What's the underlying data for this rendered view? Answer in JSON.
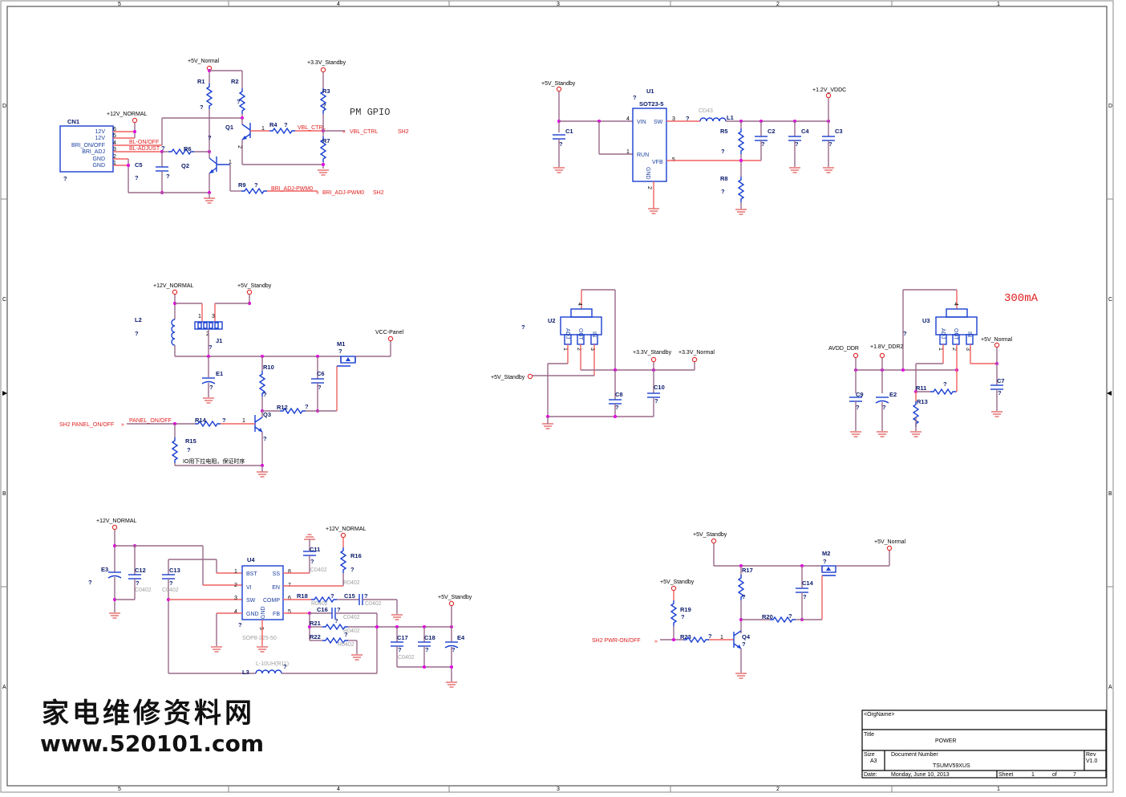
{
  "frame": {
    "columns": [
      "5",
      "4",
      "3",
      "2",
      "1"
    ],
    "rows": [
      "D",
      "C",
      "B",
      "A"
    ]
  },
  "annotations": {
    "pm_gpio": "PM GPIO",
    "current_note": "300mA",
    "pulldown_note": "IO用下拉电阻，保证时序"
  },
  "nets": {
    "p12v_normal": "+12V_NORMAL",
    "p5v_normal": "+5V_Normal",
    "p33v_standby": "+3.3V_Standby",
    "p33v_normal": "+3.3V_Normal",
    "p5v_standby": "+5V_Standby",
    "p12v_vddc": "+1.2V_VDDC",
    "vcc_panel": "VCC-Panel",
    "avdd_ddr": "AVDD_DDR",
    "p18v_ddr2": "+1.8V_DDR2",
    "bl_onoff": "BL-ON/OFF",
    "bl_adjust": "BL-ADJUST",
    "vbl_ctrl": "VBL_CTRL",
    "bri_adj_pwm0": "BRI_ADJ-PWM0",
    "panel_onoff": "PANEL_ON/OFF",
    "sh2": "SH2",
    "sh2_panel": "SH2  PANEL_ON/OFF",
    "sh2_pwr": "SH2  PWR-ON/OFF"
  },
  "cn1": {
    "ref": "CN1",
    "value": "?",
    "pins": [
      {
        "num": "6",
        "name": "12V"
      },
      {
        "num": "5",
        "name": "12V"
      },
      {
        "num": "4",
        "name": "BRI_ON/OFF"
      },
      {
        "num": "3",
        "name": "BRI_ADJ"
      },
      {
        "num": "2",
        "name": "GND"
      },
      {
        "num": "1",
        "name": "GND"
      }
    ]
  },
  "u1": {
    "ref": "U1",
    "value": "?",
    "package": "SOT23-5",
    "pins": {
      "vin": "VIN",
      "sw": "SW",
      "run": "RUN",
      "vfb": "VFB",
      "gnd": "GND"
    },
    "pin_nums": {
      "vin": "4",
      "sw": "3",
      "run": "1",
      "vfb": "5",
      "gnd": "2"
    },
    "inductor_pkg": "CD43"
  },
  "u2": {
    "ref": "U2",
    "value": "?",
    "pins": [
      "ADJ",
      "OUT",
      "IN"
    ],
    "nums": [
      "1",
      "2",
      "3",
      "4"
    ]
  },
  "u3": {
    "ref": "U3",
    "value": "?",
    "pins": [
      "ADJ",
      "OUT",
      "IN"
    ],
    "nums": [
      "1",
      "2",
      "3",
      "4"
    ]
  },
  "u4": {
    "ref": "U4",
    "value": "?",
    "package": "SOP8-225-50",
    "left_pins": [
      {
        "num": "1",
        "name": "BST"
      },
      {
        "num": "2",
        "name": "VI"
      },
      {
        "num": "3",
        "name": "SW"
      },
      {
        "num": "4",
        "name": "GND"
      }
    ],
    "right_pins": [
      {
        "num": "8",
        "name": "SS"
      },
      {
        "num": "7",
        "name": "EN"
      },
      {
        "num": "6",
        "name": "COMP"
      },
      {
        "num": "5",
        "name": "FB"
      }
    ],
    "gnd_pin": "GND",
    "gnd_num": "9"
  },
  "refs": {
    "R1": "R1",
    "R2": "R2",
    "R3": "R3",
    "R4": "R4",
    "R5": "R5",
    "R6": "R6",
    "R7": "R7",
    "R8": "R8",
    "R9": "R9",
    "R10": "R10",
    "R11": "R11",
    "R12": "R12",
    "R13": "R13",
    "R14": "R14",
    "R15": "R15",
    "R16": "R16",
    "R17": "R17",
    "R18": "R18",
    "R19": "R19",
    "R20": "R20",
    "R21": "R21",
    "R22": "R22",
    "R23": "R23",
    "C1": "C1",
    "C2": "C2",
    "C3": "C3",
    "C4": "C4",
    "C5": "C5",
    "C6": "C6",
    "C7": "C7",
    "C8": "C8",
    "C9": "C9",
    "C10": "C10",
    "C11": "C11",
    "C12": "C12",
    "C13": "C13",
    "C14": "C14",
    "C15": "C15",
    "C16": "C16",
    "C17": "C17",
    "C18": "C18",
    "E1": "E1",
    "E2": "E2",
    "E3": "E3",
    "E4": "E4",
    "Q1": "Q1",
    "Q2": "Q2",
    "Q3": "Q3",
    "Q4": "Q4",
    "L1": "L1",
    "L2": "L2",
    "L3": "L3",
    "J1": "J1",
    "M1": "M1",
    "M2": "M2"
  },
  "unknown_value": "?",
  "footprints": {
    "c0402": "C0402",
    "r0402": "R0402",
    "l3_value": "L-10UH(R11)"
  },
  "title_block": {
    "org": "<OrgName>",
    "title_label": "Title",
    "title": "POWER",
    "size_label": "Size",
    "size": "A3",
    "docnum_label": "Document Number",
    "docnum": "TSUMV59XUS",
    "rev_label": "Rev",
    "rev": "V1.0",
    "date_label": "Date:",
    "date": "Monday, June 10, 2013",
    "sheet_label": "Sheet",
    "sheet": "1",
    "of_label": "of",
    "total": "7"
  },
  "watermark": {
    "line1": "家电维修资料网",
    "line2": "www.520101.com"
  }
}
